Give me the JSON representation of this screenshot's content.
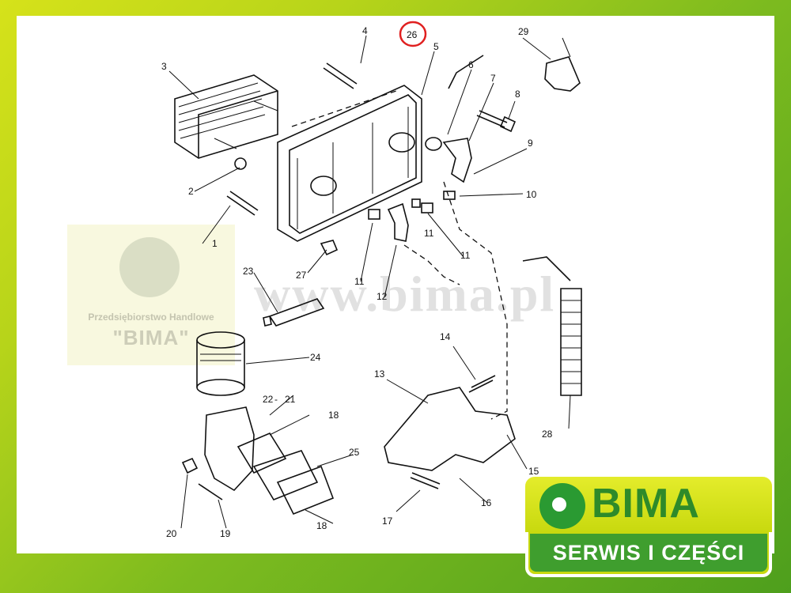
{
  "watermark": {
    "url_text": "www.bima.pl",
    "company_line": "Przedsiębiorstwo Handlowe",
    "name": "\"BIMA\""
  },
  "brand_logo": {
    "name": "BIMA",
    "tagline": "SERWIS I CZĘŚCI"
  },
  "callouts": {
    "p1": "1",
    "p2": "2",
    "p3": "3",
    "p4": "4",
    "p5": "5",
    "p6": "6",
    "p7": "7",
    "p8": "8",
    "p9": "9",
    "p10": "10",
    "p11a": "11",
    "p11b": "11",
    "p11c": "11",
    "p12": "12",
    "p13": "13",
    "p14": "14",
    "p15": "15",
    "p16": "16",
    "p17": "17",
    "p18a": "18",
    "p18b": "18",
    "p19": "19",
    "p20": "20",
    "p21": "21",
    "p22": "22",
    "p23": "23",
    "p24": "24",
    "p25": "25",
    "p26": "26",
    "p27": "27",
    "p28": "28",
    "p29": "29"
  },
  "highlight_color": "#e02020"
}
